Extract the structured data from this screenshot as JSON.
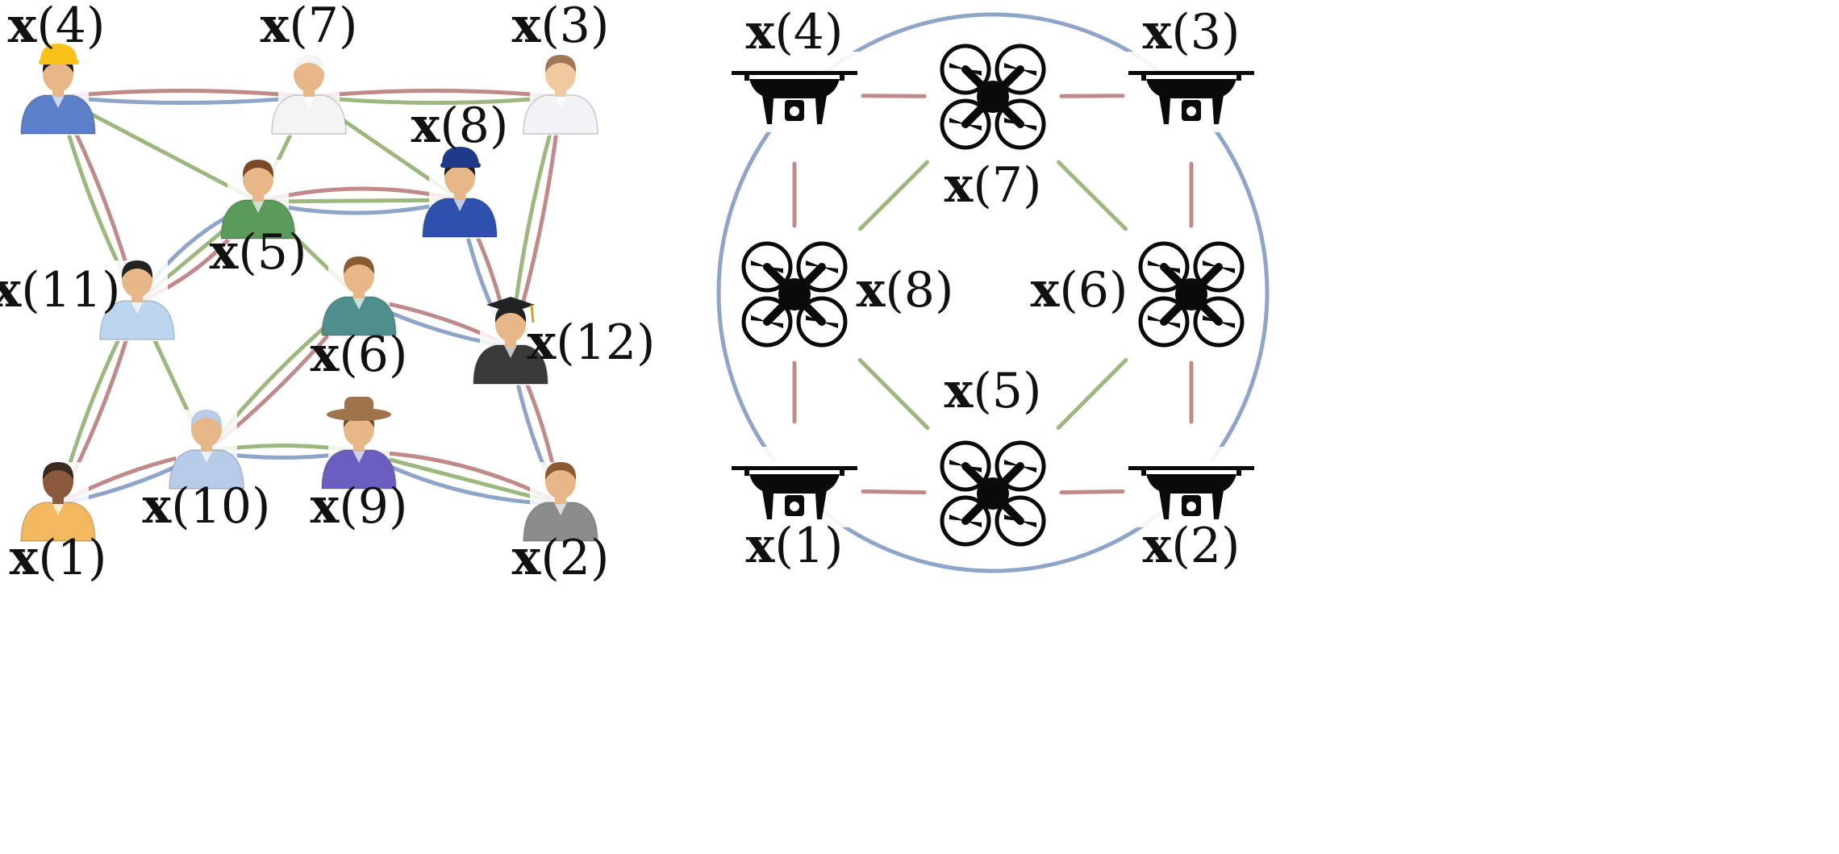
{
  "colors": {
    "edge_red": "#c08a8a",
    "edge_green": "#9db87f",
    "edge_blue": "#8ea4c8",
    "label": "#111111",
    "drone": "#0a0a0a"
  },
  "people_panel": {
    "nodes": [
      {
        "id": "1",
        "label": "(1)",
        "icon": "person-casual-icon",
        "skin": "#8b5a3c",
        "shirt": "#f4b860",
        "hair": "#3a2a20"
      },
      {
        "id": "2",
        "label": "(2)",
        "icon": "person-gray-suit-icon",
        "skin": "#e8b787",
        "shirt": "#8c8c8c",
        "hair": "#8a5a30"
      },
      {
        "id": "3",
        "label": "(3)",
        "icon": "bride-icon",
        "skin": "#f0c9a0",
        "shirt": "#f2f2f7",
        "hair": "#a07858"
      },
      {
        "id": "4",
        "label": "(4)",
        "icon": "construction-worker-icon",
        "skin": "#e8b787",
        "shirt": "#5b7fc9",
        "hair": "#222222",
        "hat": "#f7c21a"
      },
      {
        "id": "5",
        "label": "(5)",
        "icon": "businessman-icon",
        "skin": "#e8b787",
        "shirt": "#5a9a5a",
        "hair": "#7a4a28"
      },
      {
        "id": "6",
        "label": "(6)",
        "icon": "person-teal-icon",
        "skin": "#e8b787",
        "shirt": "#4e8f8c",
        "hair": "#8a5a30"
      },
      {
        "id": "7",
        "label": "(7)",
        "icon": "chef-icon",
        "skin": "#e8b787",
        "shirt": "#f4f4f4",
        "hair": "#f4f4f4"
      },
      {
        "id": "8",
        "label": "(8)",
        "icon": "police-officer-icon",
        "skin": "#e8b787",
        "shirt": "#3050b0",
        "hair": "#222222",
        "hat": "#1f3a8a"
      },
      {
        "id": "9",
        "label": "(9)",
        "icon": "cowboy-icon",
        "skin": "#e8b787",
        "shirt": "#6a5fc0",
        "hair": "#6b4a30",
        "hat": "#a0744a"
      },
      {
        "id": "10",
        "label": "(10)",
        "icon": "doctor-icon",
        "skin": "#e8b787",
        "shirt": "#b8cbe8",
        "hair": "#b8cbe8"
      },
      {
        "id": "11",
        "label": "(11)",
        "icon": "office-worker-icon",
        "skin": "#e8b787",
        "shirt": "#bcd6ef",
        "hair": "#222222"
      },
      {
        "id": "12",
        "label": "(12)",
        "icon": "graduate-icon",
        "skin": "#e8b787",
        "shirt": "#3a3a3a",
        "hair": "#222222",
        "hat": "#222222"
      }
    ],
    "edges": [
      {
        "a": "4",
        "b": "7",
        "color": "red"
      },
      {
        "a": "4",
        "b": "7",
        "color": "blue"
      },
      {
        "a": "4",
        "b": "5",
        "color": "green"
      },
      {
        "a": "4",
        "b": "11",
        "color": "red"
      },
      {
        "a": "4",
        "b": "11",
        "color": "green"
      },
      {
        "a": "7",
        "b": "3",
        "color": "red"
      },
      {
        "a": "7",
        "b": "3",
        "color": "green"
      },
      {
        "a": "7",
        "b": "5",
        "color": "green"
      },
      {
        "a": "7",
        "b": "8",
        "color": "green"
      },
      {
        "a": "3",
        "b": "12",
        "color": "red"
      },
      {
        "a": "3",
        "b": "12",
        "color": "green"
      },
      {
        "a": "5",
        "b": "8",
        "color": "red"
      },
      {
        "a": "5",
        "b": "8",
        "color": "green"
      },
      {
        "a": "5",
        "b": "8",
        "color": "blue"
      },
      {
        "a": "5",
        "b": "11",
        "color": "red"
      },
      {
        "a": "5",
        "b": "11",
        "color": "green"
      },
      {
        "a": "5",
        "b": "11",
        "color": "blue"
      },
      {
        "a": "5",
        "b": "6",
        "color": "green"
      },
      {
        "a": "8",
        "b": "12",
        "color": "red"
      },
      {
        "a": "8",
        "b": "12",
        "color": "blue"
      },
      {
        "a": "6",
        "b": "12",
        "color": "red"
      },
      {
        "a": "6",
        "b": "12",
        "color": "blue"
      },
      {
        "a": "6",
        "b": "10",
        "color": "red"
      },
      {
        "a": "6",
        "b": "10",
        "color": "green"
      },
      {
        "a": "11",
        "b": "1",
        "color": "red"
      },
      {
        "a": "11",
        "b": "1",
        "color": "green"
      },
      {
        "a": "11",
        "b": "10",
        "color": "green"
      },
      {
        "a": "1",
        "b": "10",
        "color": "red"
      },
      {
        "a": "1",
        "b": "10",
        "color": "blue"
      },
      {
        "a": "10",
        "b": "9",
        "color": "green"
      },
      {
        "a": "10",
        "b": "9",
        "color": "blue"
      },
      {
        "a": "9",
        "b": "2",
        "color": "red"
      },
      {
        "a": "9",
        "b": "2",
        "color": "green"
      },
      {
        "a": "9",
        "b": "2",
        "color": "blue"
      },
      {
        "a": "12",
        "b": "2",
        "color": "red"
      },
      {
        "a": "12",
        "b": "2",
        "color": "blue"
      }
    ]
  },
  "drone_panel": {
    "nodes": [
      {
        "id": "1",
        "label": "(1)",
        "icon": "camera-drone-icon"
      },
      {
        "id": "2",
        "label": "(2)",
        "icon": "camera-drone-icon"
      },
      {
        "id": "3",
        "label": "(3)",
        "icon": "camera-drone-icon"
      },
      {
        "id": "4",
        "label": "(4)",
        "icon": "camera-drone-icon"
      },
      {
        "id": "5",
        "label": "(5)",
        "icon": "quadcopter-icon"
      },
      {
        "id": "6",
        "label": "(6)",
        "icon": "quadcopter-icon"
      },
      {
        "id": "7",
        "label": "(7)",
        "icon": "quadcopter-icon"
      },
      {
        "id": "8",
        "label": "(8)",
        "icon": "quadcopter-icon"
      }
    ],
    "edges": [
      {
        "a": "4",
        "b": "7",
        "color": "red"
      },
      {
        "a": "7",
        "b": "3",
        "color": "red"
      },
      {
        "a": "4",
        "b": "8",
        "color": "red"
      },
      {
        "a": "8",
        "b": "1",
        "color": "red"
      },
      {
        "a": "3",
        "b": "6",
        "color": "red"
      },
      {
        "a": "6",
        "b": "2",
        "color": "red"
      },
      {
        "a": "1",
        "b": "5",
        "color": "red"
      },
      {
        "a": "5",
        "b": "2",
        "color": "red"
      },
      {
        "a": "7",
        "b": "8",
        "color": "green"
      },
      {
        "a": "7",
        "b": "6",
        "color": "green"
      },
      {
        "a": "8",
        "b": "5",
        "color": "green"
      },
      {
        "a": "6",
        "b": "5",
        "color": "green"
      },
      {
        "a": "4",
        "b": "3",
        "color": "blue"
      },
      {
        "a": "3",
        "b": "2",
        "color": "blue"
      },
      {
        "a": "2",
        "b": "1",
        "color": "blue"
      },
      {
        "a": "1",
        "b": "4",
        "color": "blue"
      }
    ]
  }
}
